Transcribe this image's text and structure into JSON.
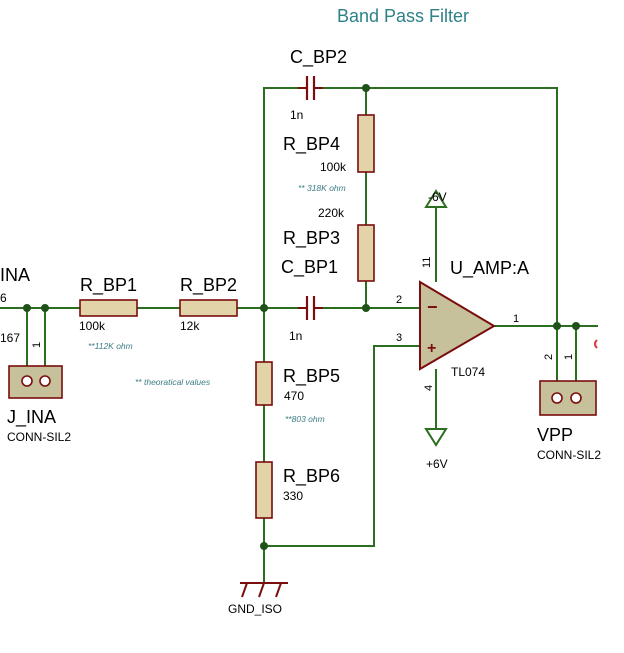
{
  "title": "Band Pass Filter",
  "components": {
    "c_bp2": {
      "ref": "C_BP2",
      "value": "1n"
    },
    "r_bp4": {
      "ref": "R_BP4",
      "value": "100k",
      "note": "** 318K ohm"
    },
    "r_bp3": {
      "ref": "R_BP3",
      "value": "220k"
    },
    "c_bp1": {
      "ref": "C_BP1",
      "value": "1n"
    },
    "r_bp1": {
      "ref": "R_BP1",
      "value": "100k",
      "note": "**112K ohm"
    },
    "r_bp2": {
      "ref": "R_BP2",
      "value": "12k"
    },
    "r_bp5": {
      "ref": "R_BP5",
      "value": "470",
      "note": "**803 ohm"
    },
    "r_bp6": {
      "ref": "R_BP6",
      "value": "330"
    },
    "u_amp": {
      "ref": "U_AMP:A",
      "part": "TL074",
      "pin_out": "1",
      "pin_inv": "2",
      "pin_noninv": "3",
      "pin_vneg": "11",
      "pin_vpos": "4"
    },
    "j_ina": {
      "ref": "J_INA",
      "part": "CONN-SIL2",
      "net_label": "INA",
      "frag_net": "6",
      "frag_pin": "167",
      "pin1": "1"
    },
    "vpp": {
      "ref": "VPP",
      "part": "CONN-SIL2",
      "pin1": "1",
      "pin2": "2"
    },
    "gnd": {
      "label": "GND_ISO"
    },
    "neg_supply": {
      "label": "-6V"
    },
    "pos_supply": {
      "label": "+6V"
    }
  },
  "notes": {
    "theoretical": "** theoratical values"
  }
}
